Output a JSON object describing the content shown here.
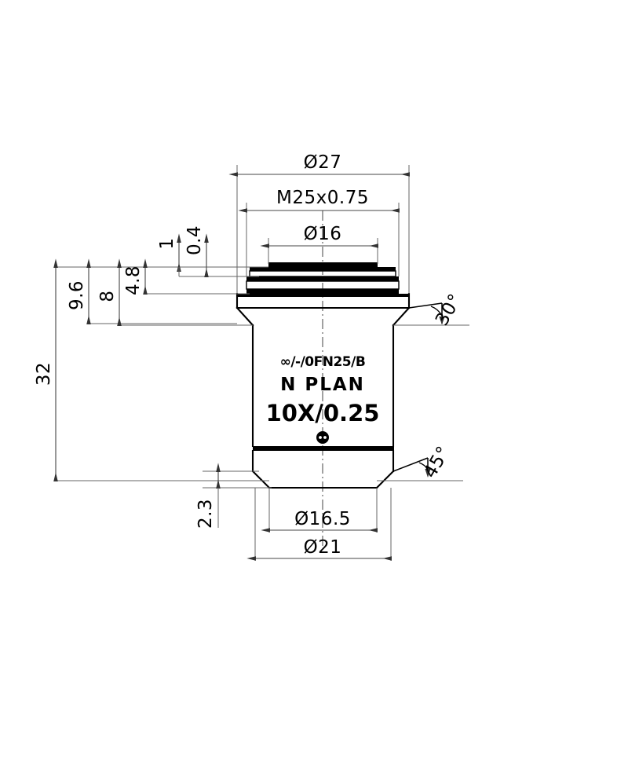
{
  "drawing": {
    "title": "Microscope objective lens cross-section dimension drawing",
    "background_color": "#ffffff",
    "line_color": "#000000",
    "dimension_line_color": "#444444"
  },
  "dimensions": {
    "top": [
      {
        "id": "dia27",
        "label": "Ø27",
        "value": 27,
        "unit": "mm",
        "type": "diameter"
      },
      {
        "id": "thread",
        "label": "M25x0.75",
        "value": 25,
        "unit": "mm",
        "type": "thread"
      },
      {
        "id": "dia16",
        "label": "Ø16",
        "value": 16,
        "unit": "mm",
        "type": "diameter"
      }
    ],
    "left": [
      {
        "id": "len32",
        "label": "32",
        "value": 32,
        "unit": "mm",
        "type": "linear"
      },
      {
        "id": "len96",
        "label": "9.6",
        "value": 9.6,
        "unit": "mm",
        "type": "linear"
      },
      {
        "id": "len8",
        "label": "8",
        "value": 8,
        "unit": "mm",
        "type": "linear"
      },
      {
        "id": "len48",
        "label": "4.8",
        "value": 4.8,
        "unit": "mm",
        "type": "linear"
      },
      {
        "id": "len1",
        "label": "1",
        "value": 1,
        "unit": "mm",
        "type": "linear"
      },
      {
        "id": "len04",
        "label": "0.4",
        "value": 0.4,
        "unit": "mm",
        "type": "linear"
      },
      {
        "id": "len23",
        "label": "2.3",
        "value": 2.3,
        "unit": "mm",
        "type": "linear"
      }
    ],
    "bottom": [
      {
        "id": "dia165",
        "label": "Ø16.5",
        "value": 16.5,
        "unit": "mm",
        "type": "diameter"
      },
      {
        "id": "dia21",
        "label": "Ø21",
        "value": 21,
        "unit": "mm",
        "type": "diameter"
      }
    ],
    "angles": [
      {
        "id": "ang30",
        "label": "30°",
        "value": 30,
        "unit": "deg",
        "position": "upper-right"
      },
      {
        "id": "ang45",
        "label": "45°",
        "value": 45,
        "unit": "deg",
        "position": "lower-right"
      }
    ]
  },
  "engraving": {
    "line1": "∞/-/0FN25/B",
    "line2": "N PLAN",
    "line3": "10X/0.25",
    "marker": "color-ring-dot"
  }
}
